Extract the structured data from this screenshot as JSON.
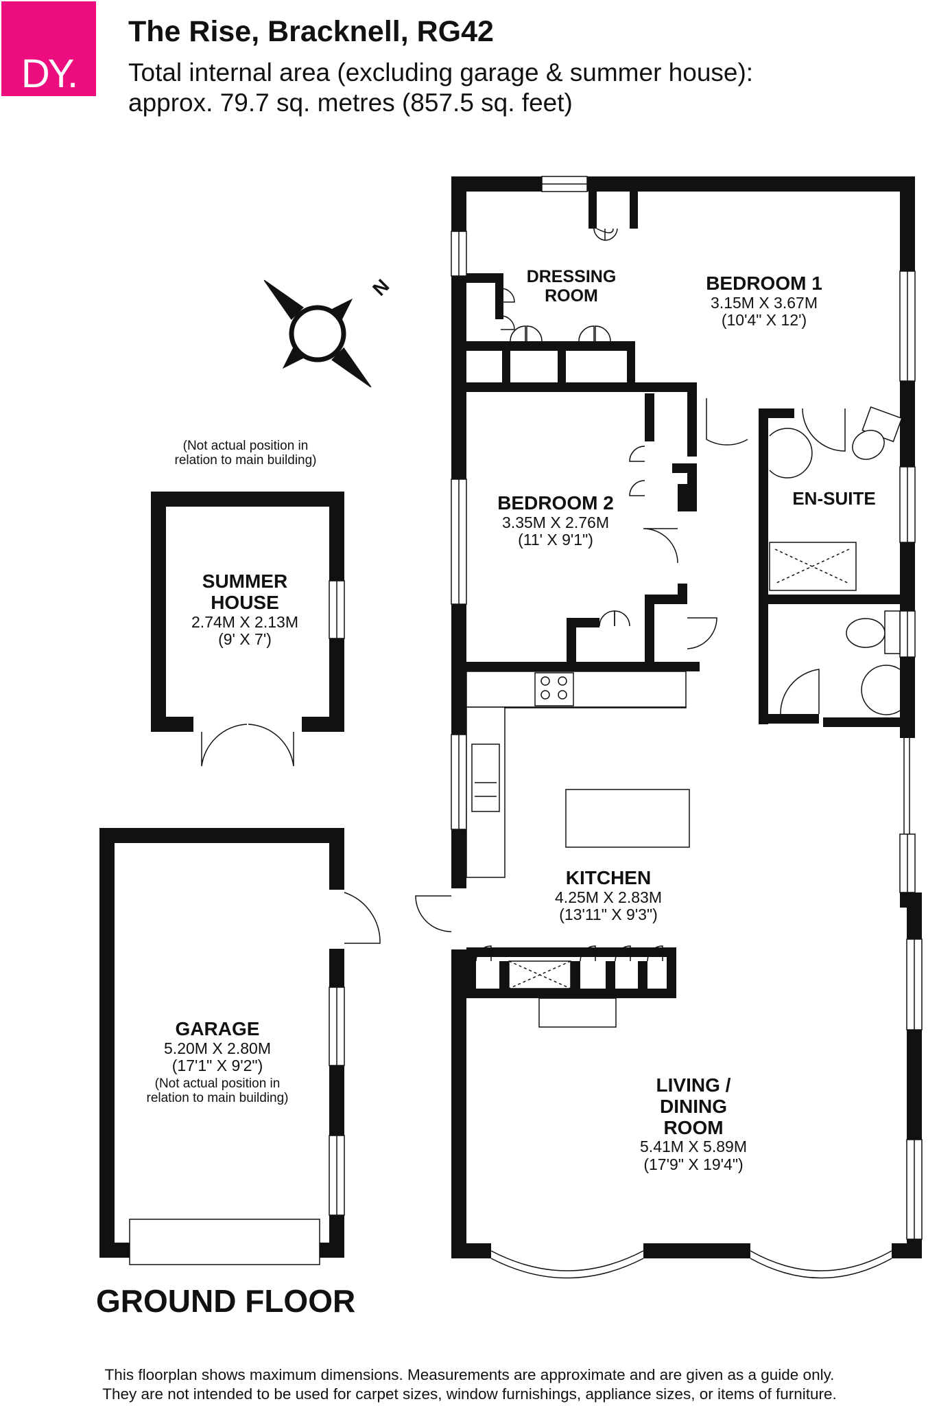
{
  "brand": {
    "logo_text": "DY.",
    "color": "#ec0d7f"
  },
  "header": {
    "title": "The Rise, Bracknell, RG42",
    "area_line1": "Total internal area (excluding garage & summer house):",
    "area_line2": "approx. 79.7 sq. metres (857.5 sq. feet)"
  },
  "compass": {
    "label": "N"
  },
  "rooms": {
    "dressing": {
      "name1": "DRESSING",
      "name2": "ROOM"
    },
    "bedroom1": {
      "name": "BEDROOM 1",
      "metric": "3.15M X 3.67M",
      "imperial": "(10'4\" X 12')"
    },
    "bedroom2": {
      "name": "BEDROOM 2",
      "metric": "3.35M X 2.76M",
      "imperial": "(11' X 9'1\")"
    },
    "ensuite": {
      "name": "EN-SUITE"
    },
    "summer_house": {
      "name1": "SUMMER",
      "name2": "HOUSE",
      "metric": "2.74M X 2.13M",
      "imperial": "(9' X 7')",
      "note1": "(Not actual position in",
      "note2": "relation to main building)"
    },
    "kitchen": {
      "name": "KITCHEN",
      "metric": "4.25M X 2.83M",
      "imperial": "(13'11\" X 9'3\")"
    },
    "garage": {
      "name": "GARAGE",
      "metric": "5.20M X 2.80M",
      "imperial": "(17'1\" X 9'2\")",
      "note1": "(Not actual position in",
      "note2": "relation to main building)"
    },
    "living": {
      "name1": "LIVING /",
      "name2": "DINING",
      "name3": "ROOM",
      "metric": "5.41M X 5.89M",
      "imperial": "(17'9\" X 19'4\")"
    }
  },
  "floor_label": "GROUND FLOOR",
  "disclaimer": {
    "line1": "This floorplan shows maximum dimensions. Measurements are approximate and are given as a guide only.",
    "line2": "They are not intended to be used for carpet sizes, window furnishings, appliance sizes, or items of furniture."
  }
}
